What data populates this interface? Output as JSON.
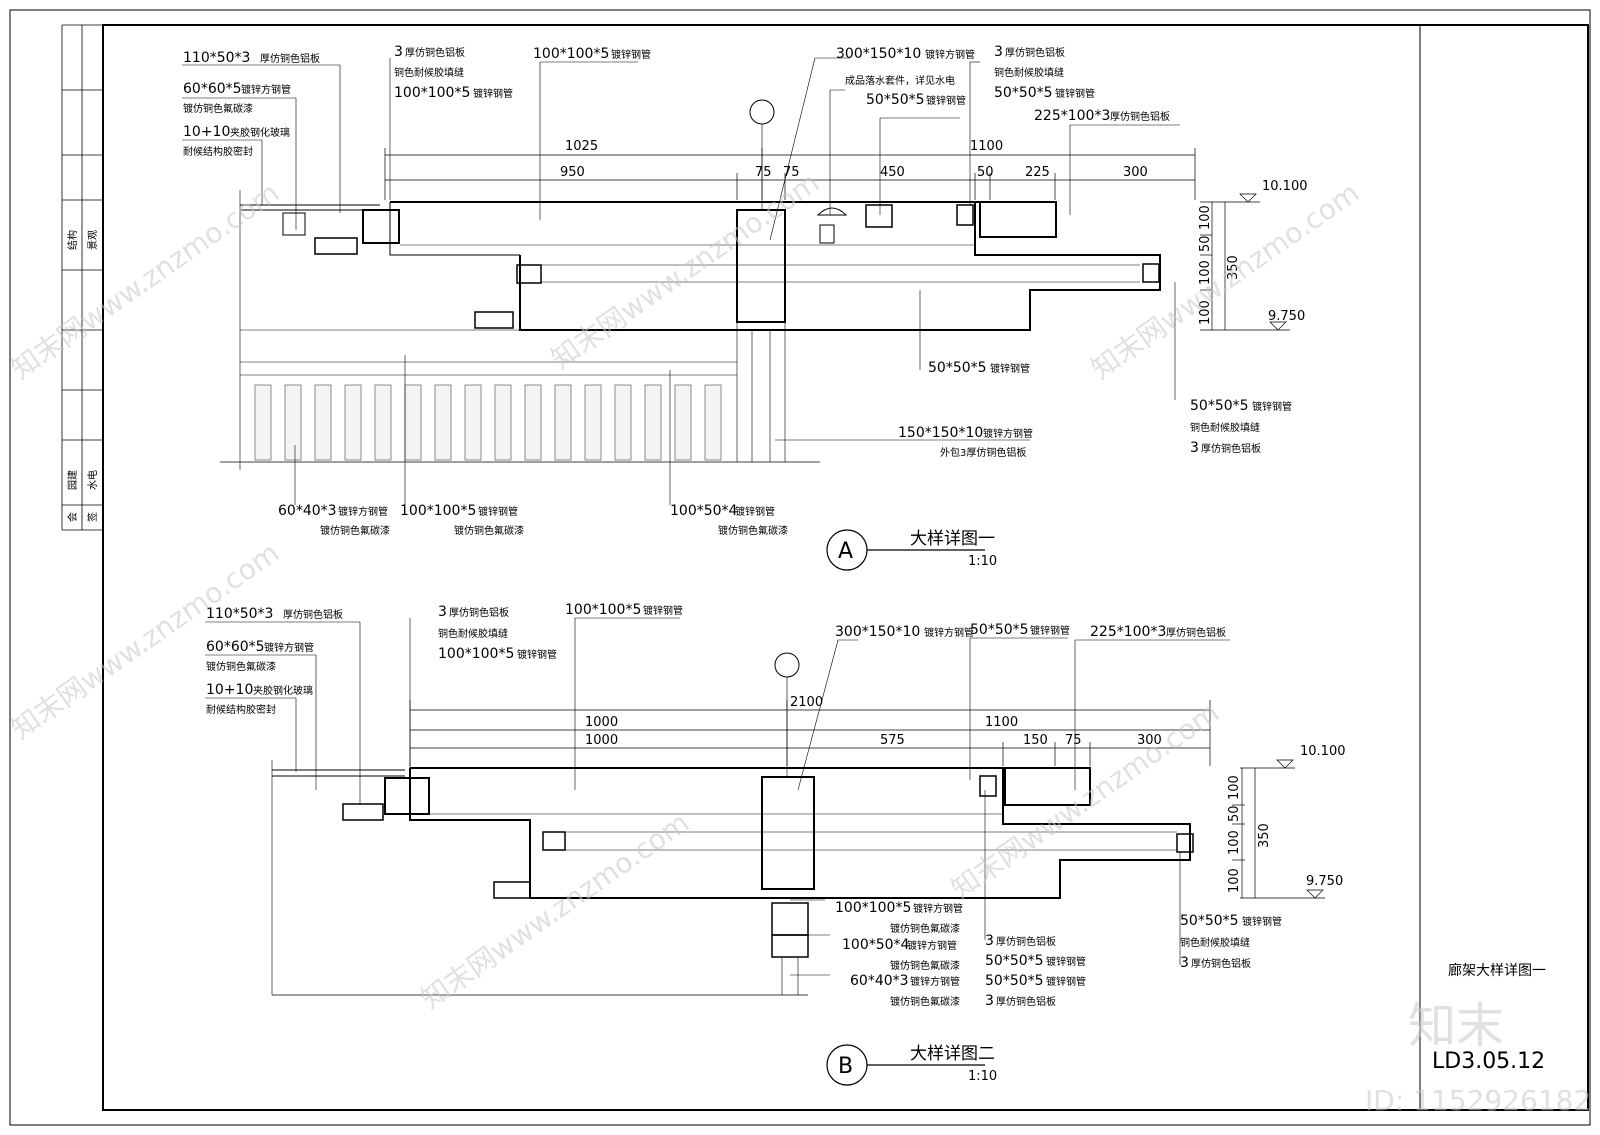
{
  "sheet": {
    "title": "廊架大样详图一",
    "number": "LD3.05.12",
    "watermark_logo": "知末",
    "watermark_id": "ID: 1152926182",
    "watermark_site": "知末网www.znzmo.com"
  },
  "left_strip": {
    "row1a": "结构",
    "row1b": "景观",
    "row2a": "园建",
    "row2b": "水电",
    "row3a": "会",
    "row3b": "签"
  },
  "detail_a": {
    "marker": "A",
    "title": "大样详图一",
    "scale": "1:10",
    "labels": [
      {
        "code": "110*50*3",
        "cn": "厚仿铜色铝板"
      },
      {
        "code": "60*60*5",
        "cn": "镀锌方钢管"
      },
      {
        "code": "",
        "cn": "镀仿铜色氟碳漆"
      },
      {
        "code": "10+10",
        "cn": "夹胶钢化玻璃"
      },
      {
        "code": "",
        "cn": "耐候结构胶密封"
      },
      {
        "code": "3",
        "cn": "厚仿铜色铝板"
      },
      {
        "code": "",
        "cn": "铜色耐候胶填缝"
      },
      {
        "code": "100*100*5",
        "cn": "镀锌钢管"
      },
      {
        "code": "100*100*5",
        "cn": "镀锌钢管"
      },
      {
        "code": "300*150*10",
        "cn": "镀锌方钢管"
      },
      {
        "code": "",
        "cn": "成品落水套件，详见水电"
      },
      {
        "code": "50*50*5",
        "cn": "镀锌钢管"
      },
      {
        "code": "3",
        "cn": "厚仿铜色铝板"
      },
      {
        "code": "",
        "cn": "铜色耐候胶填缝"
      },
      {
        "code": "50*50*5",
        "cn": "镀锌钢管"
      },
      {
        "code": "225*100*3",
        "cn": "厚仿铜色铝板"
      },
      {
        "code": "50*50*5",
        "cn": "镀锌钢管"
      },
      {
        "code": "150*150*10",
        "cn": "镀锌方钢管"
      },
      {
        "code": "",
        "cn": "外包3厚仿铜色铝板"
      },
      {
        "code": "50*50*5",
        "cn": "镀锌钢管"
      },
      {
        "code": "",
        "cn": "铜色耐候胶填缝"
      },
      {
        "code": "3",
        "cn": "厚仿铜色铝板"
      },
      {
        "code": "60*40*3",
        "cn": "镀锌方钢管"
      },
      {
        "code": "",
        "cn": "镀仿铜色氟碳漆"
      },
      {
        "code": "100*100*5",
        "cn": "镀锌钢管"
      },
      {
        "code": "",
        "cn": "镀仿铜色氟碳漆"
      },
      {
        "code": "100*50*4",
        "cn": "镀锌钢管"
      },
      {
        "code": "",
        "cn": "镀仿铜色氟碳漆"
      }
    ],
    "dims_top": [
      "1025",
      "1100"
    ],
    "dims_bottom": [
      "950",
      "75",
      "75",
      "450",
      "50",
      "225",
      "300"
    ],
    "dims_side": [
      "100",
      "50",
      "100",
      "100",
      "350"
    ],
    "levels": [
      "10.100",
      "9.750"
    ]
  },
  "detail_b": {
    "marker": "B",
    "title": "大样详图二",
    "scale": "1:10",
    "labels": [
      {
        "code": "110*50*3",
        "cn": "厚仿铜色铝板"
      },
      {
        "code": "60*60*5",
        "cn": "镀锌方钢管"
      },
      {
        "code": "",
        "cn": "镀仿铜色氟碳漆"
      },
      {
        "code": "10+10",
        "cn": "夹胶钢化玻璃"
      },
      {
        "code": "",
        "cn": "耐候结构胶密封"
      },
      {
        "code": "3",
        "cn": "厚仿铜色铝板"
      },
      {
        "code": "",
        "cn": "铜色耐候胶填缝"
      },
      {
        "code": "100*100*5",
        "cn": "镀锌钢管"
      },
      {
        "code": "100*100*5",
        "cn": "镀锌钢管"
      },
      {
        "code": "300*150*10",
        "cn": "镀锌方钢管"
      },
      {
        "code": "50*50*5",
        "cn": "镀锌钢管"
      },
      {
        "code": "225*100*3",
        "cn": "厚仿铜色铝板"
      },
      {
        "code": "100*100*5",
        "cn": "镀锌方钢管"
      },
      {
        "code": "",
        "cn": "镀仿铜色氟碳漆"
      },
      {
        "code": "100*50*4",
        "cn": "镀锌方钢管"
      },
      {
        "code": "",
        "cn": "镀仿铜色氟碳漆"
      },
      {
        "code": "60*40*3",
        "cn": "镀锌方钢管"
      },
      {
        "code": "",
        "cn": "镀仿铜色氟碳漆"
      },
      {
        "code": "3",
        "cn": "厚仿铜色铝板"
      },
      {
        "code": "50*50*5",
        "cn": "镀锌钢管"
      },
      {
        "code": "50*50*5",
        "cn": "镀锌钢管"
      },
      {
        "code": "3",
        "cn": "厚仿铜色铝板"
      },
      {
        "code": "50*50*5",
        "cn": "镀锌钢管"
      },
      {
        "code": "",
        "cn": "铜色耐候胶填缝"
      },
      {
        "code": "3",
        "cn": "厚仿铜色铝板"
      }
    ],
    "dims_top": [
      "2100",
      "1000",
      "1100"
    ],
    "dims_bottom": [
      "1000",
      "575",
      "150",
      "75",
      "300"
    ],
    "dims_side": [
      "100",
      "50",
      "100",
      "100",
      "350"
    ],
    "levels": [
      "10.100",
      "9.750"
    ]
  }
}
